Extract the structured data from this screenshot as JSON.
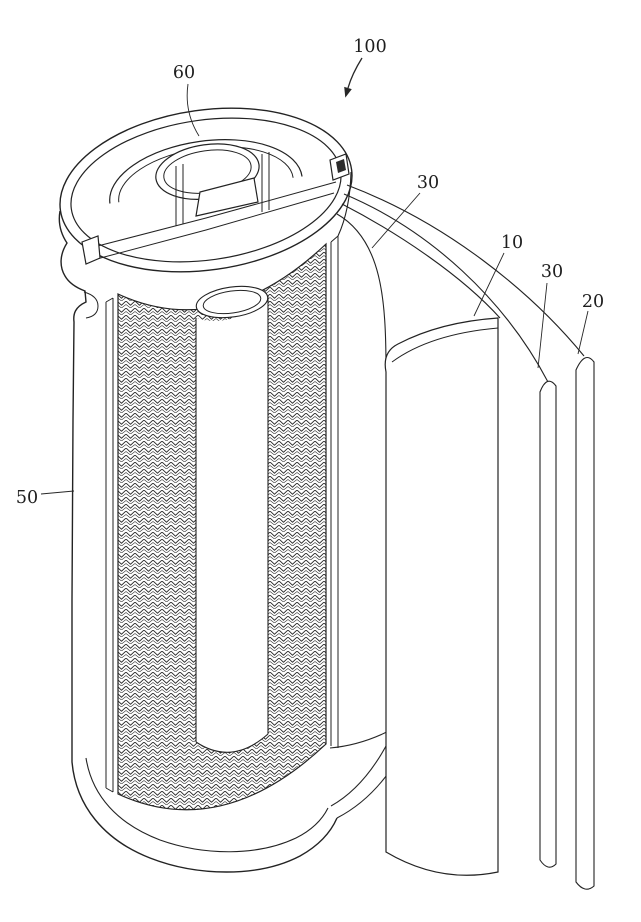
{
  "figure": {
    "kind": "patent-style cutaway drawing of a cylindrical secondary battery",
    "labels": [
      {
        "name": "assembly-ref",
        "text": "100"
      },
      {
        "name": "cap-assembly-ref",
        "text": "60"
      },
      {
        "name": "separator-upper-ref",
        "text": "30"
      },
      {
        "name": "first-electrode-ref",
        "text": "10"
      },
      {
        "name": "separator-right-ref",
        "text": "30"
      },
      {
        "name": "second-electrode-ref",
        "text": "20"
      },
      {
        "name": "can-ref",
        "text": "50"
      }
    ]
  },
  "colors": {
    "ink": "#232323",
    "paper": "#ffffff"
  }
}
